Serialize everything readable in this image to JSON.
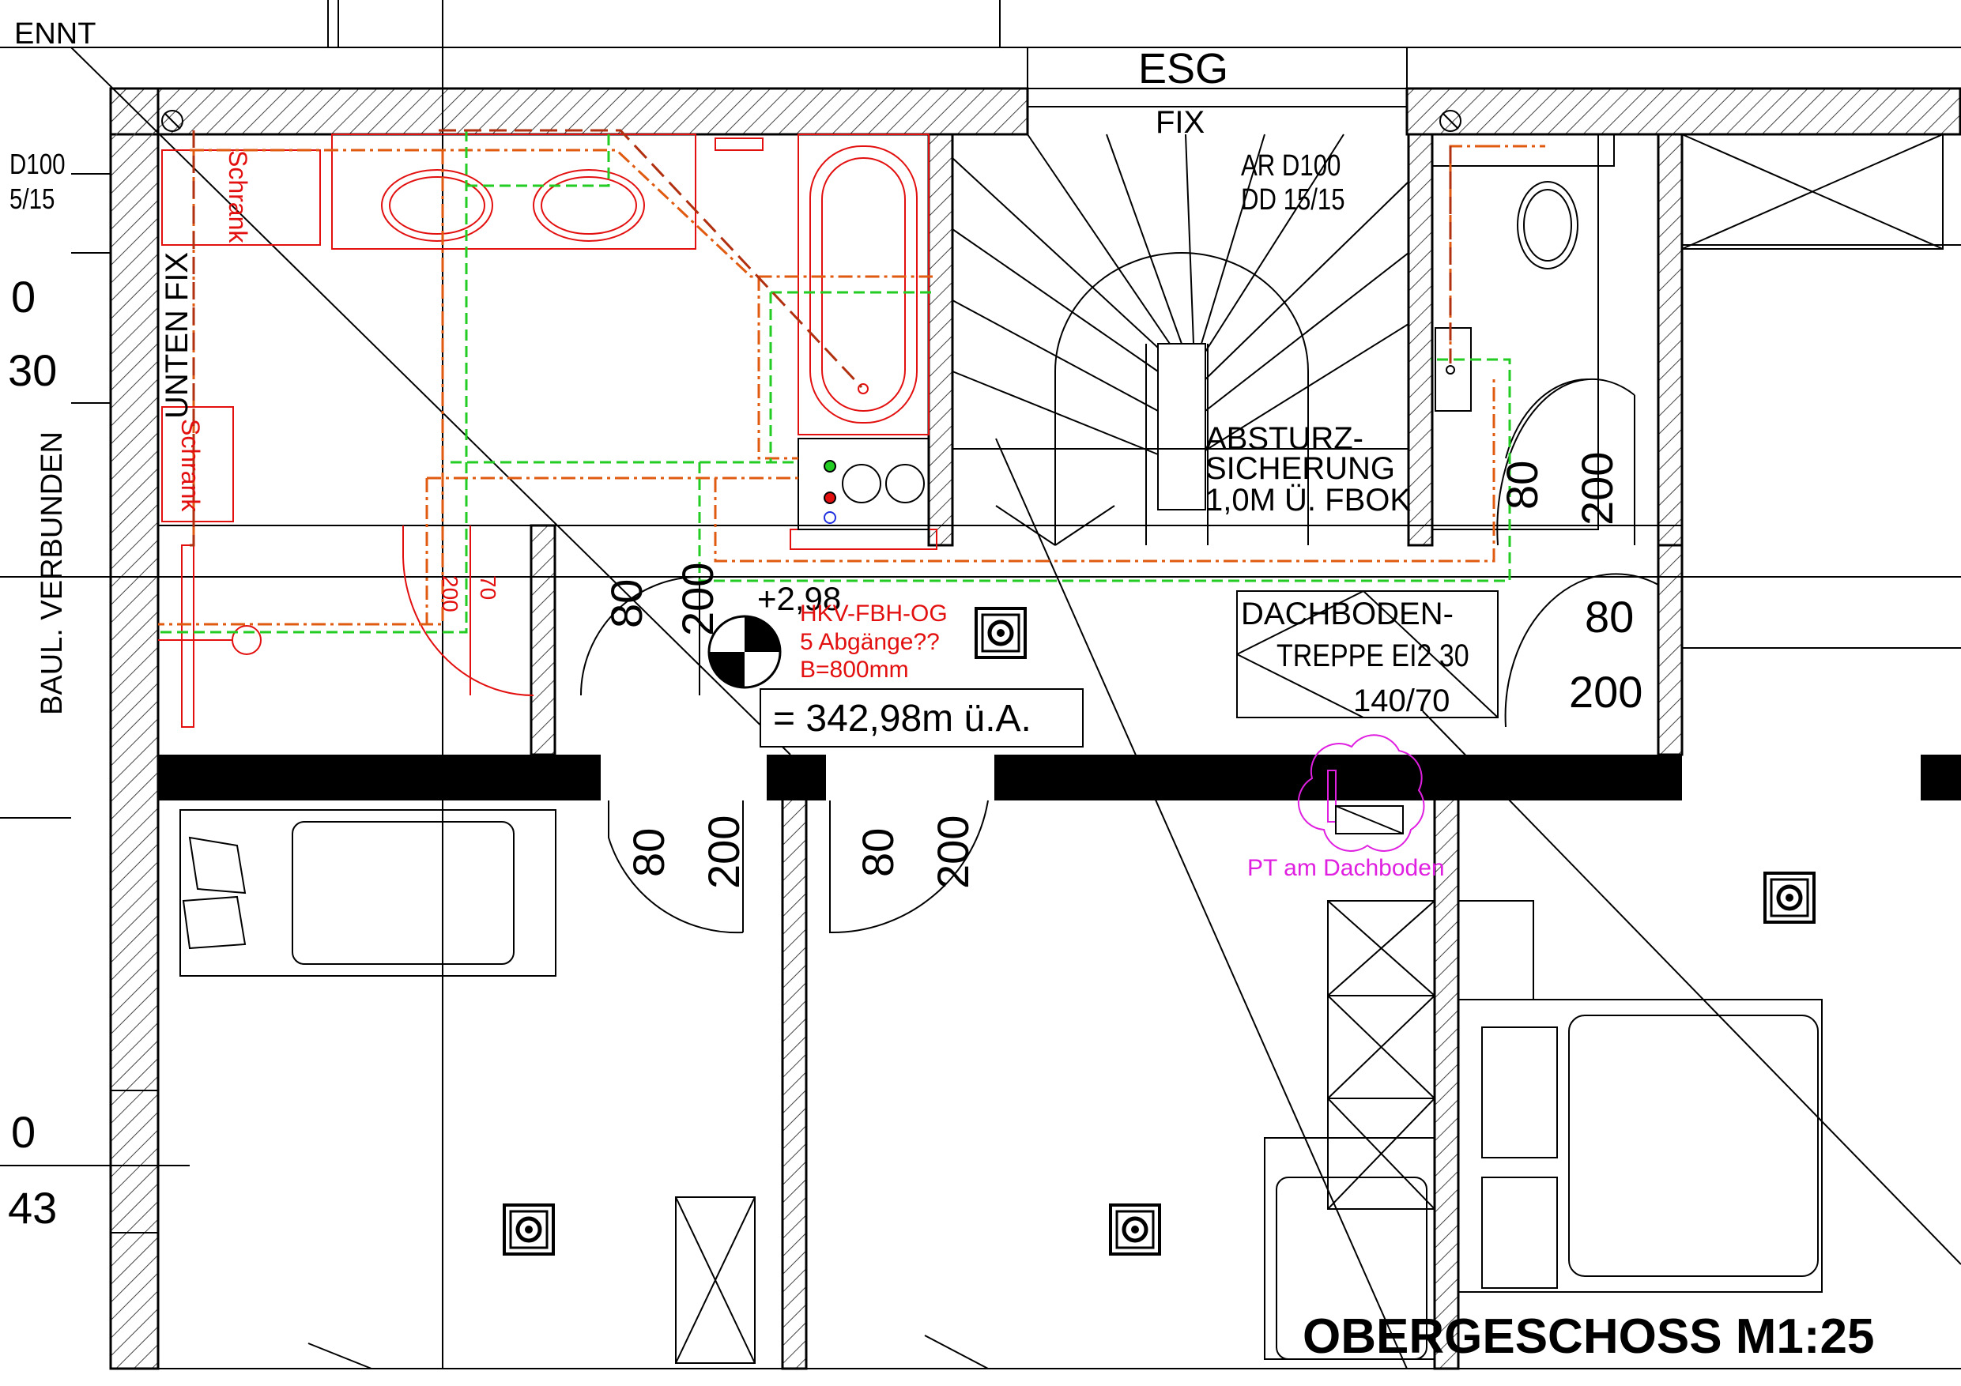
{
  "colors": {
    "ink": "#000000",
    "plumbing_red": "#e31010",
    "pipe_orange": "#e05a10",
    "pipe_green": "#22cc22",
    "magenta": "#e020e0",
    "hatch": "#444444"
  },
  "labels": {
    "top_left_cut": "ENNT",
    "esg": "ESG",
    "fix_top": "FIX",
    "ar_d100": "AR D100",
    "dd_1515": "DD 15/15",
    "left_d100": "D100",
    "left_1515": "5/15",
    "left_0_a": "0",
    "left_30": "30",
    "left_0_b": "0",
    "left_43": "43",
    "baul_verbunden": "BAUL. VERBUNDEN",
    "unten_fix": "UNTEN FIX",
    "schrank_1": "Schrank",
    "schrank_2": "Schrank",
    "absturz_1": "ABSTURZ-",
    "absturz_2": "SICHERUNG",
    "absturz_3": "1,0M Ü. FBOK",
    "dachboden_1": "DACHBODEN-",
    "dachboden_2": "TREPPE EI2 30",
    "dachboden_3": "140/70",
    "level": "+2,98",
    "hkv_1": "HKV-FBH-OG",
    "hkv_2": "5 Abgänge??",
    "hkv_3": "B=800mm",
    "elevation": "= 342,98m ü.A.",
    "pt_dachboden": "PT am Dachboden",
    "title": "OBERGESCHOSS M1:25"
  },
  "doors": [
    {
      "width": "80",
      "height": "200"
    },
    {
      "width": "80",
      "height": "200"
    },
    {
      "width": "80",
      "height": "200"
    },
    {
      "width": "80",
      "height": "200"
    },
    {
      "width": "80",
      "height": "200"
    },
    {
      "width": "70",
      "height": "200"
    }
  ]
}
